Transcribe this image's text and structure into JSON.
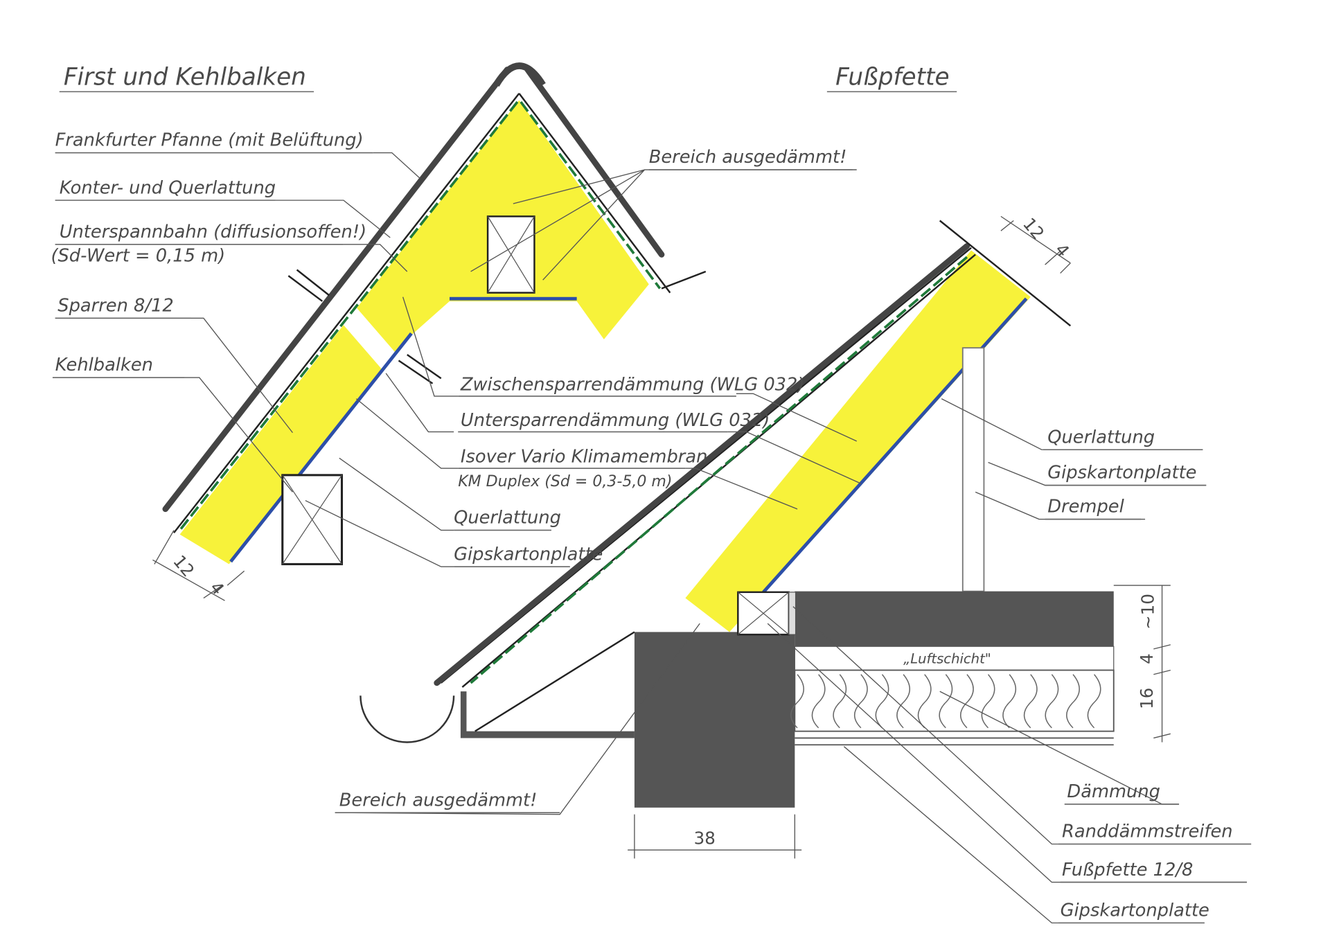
{
  "titles": {
    "left": "First und Kehlbalken",
    "right": "Fußpfette"
  },
  "left_labels": {
    "tile": "Frankfurter Pfanne (mit Belüftung)",
    "battens": "Konter- und Querlattung",
    "membrane": "Unterspannbahn (diffusionsoffen!)",
    "membrane_sd": "(Sd-Wert = 0,15 m)",
    "rafter": "Sparren 8/12",
    "collar": "Kehlbalken",
    "insulated_area": "Bereich ausgedämmt!"
  },
  "center_labels": {
    "between_rafter": "Zwischensparrendämmung (WLG 032)",
    "under_rafter": "Untersparrendämmung (WLG 032)",
    "vario": "Isover Vario Klimamembran",
    "vario_sd": "KM Duplex (Sd = 0,3-5,0 m)",
    "cross_batten": "Querlattung",
    "plasterboard": "Gipskartonplatte"
  },
  "right_labels": {
    "cross_batten": "Querlattung",
    "plasterboard": "Gipskartonplatte",
    "knee_wall": "Drempel",
    "air_layer": "„Luftschicht\"",
    "insulation": "Dämmung",
    "edge_strip": "Randdämmstreifen",
    "purlin": "Fußpfette 12/8",
    "plasterboard2": "Gipskartonplatte",
    "insulated_area": "Bereich ausgedämmt!"
  },
  "dimensions": {
    "left_12": "12",
    "left_4": "4",
    "right_12": "12",
    "right_4": "4",
    "slab_10": "~10",
    "slab_4": "4",
    "slab_16": "16",
    "wall_38": "38"
  },
  "colors": {
    "insulation": "#f7f23a",
    "concrete": "#555555",
    "membrane": "#1f7a3a",
    "vapour": "#2d4fa8"
  }
}
